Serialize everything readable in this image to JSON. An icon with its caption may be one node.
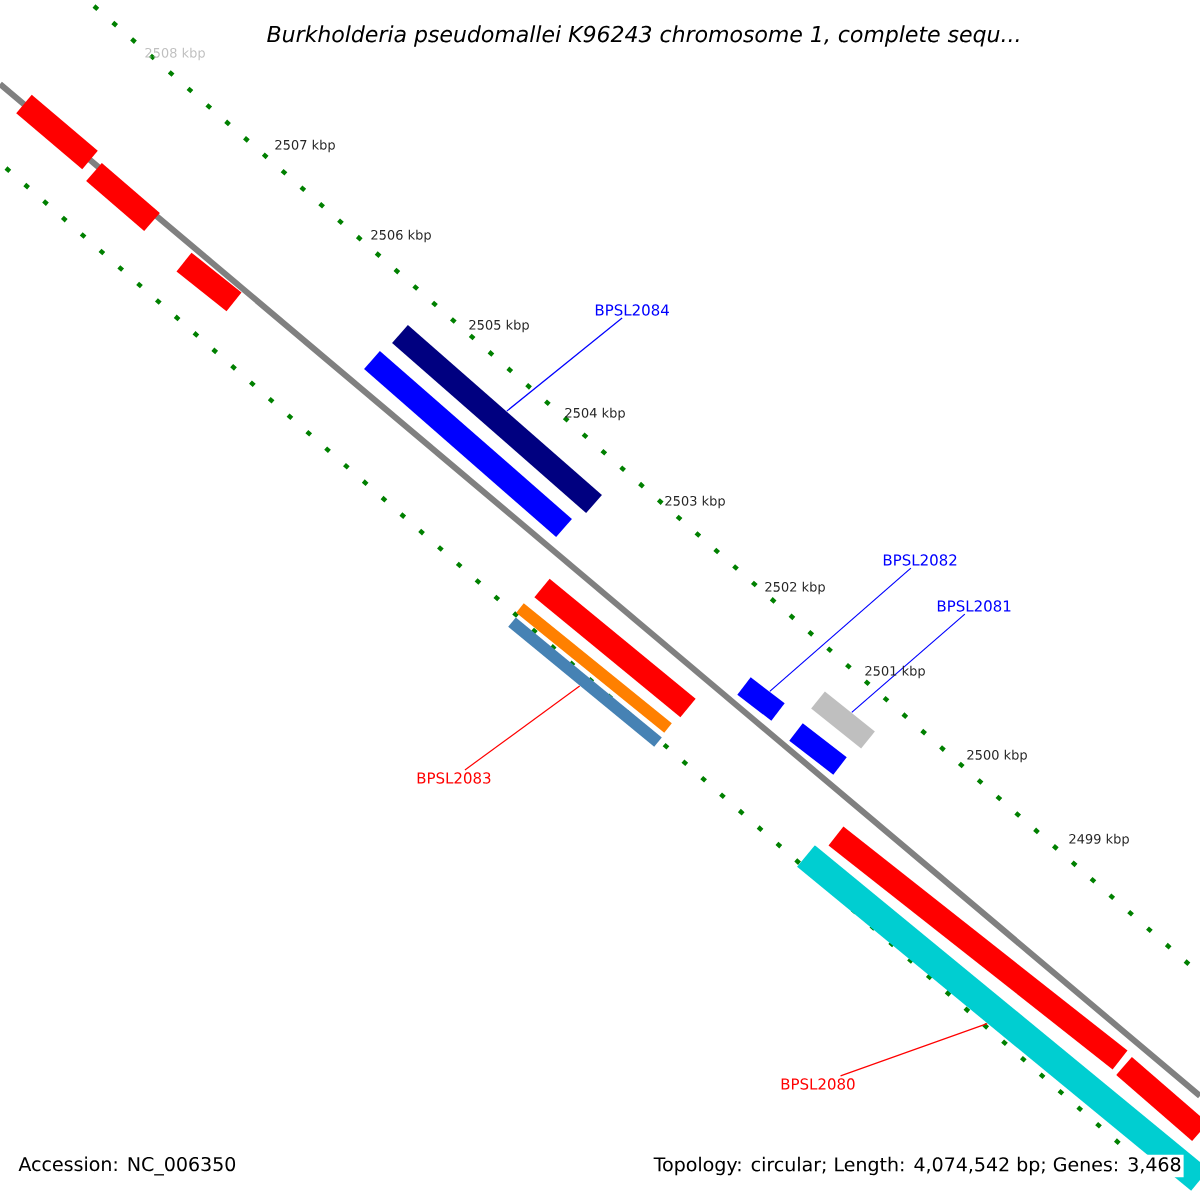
{
  "diagram": {
    "title": "Burkholderia pseudomallei K96243 chromosome 1, complete sequ...",
    "nodes": [
      {
        "text": [
          "BPSL2084"
        ]
      },
      {
        "text": [],
        "shape": "bar"
      },
      {
        "text": [
          "BPSL2082"
        ]
      },
      {
        "text": [],
        "shape": "bar"
      },
      {
        "text": [
          "BPSL2081"
        ]
      },
      {
        "text": [],
        "shape": "bar"
      },
      {
        "text": [
          "BPSL2083"
        ]
      },
      {
        "text": [],
        "shape": "bar"
      },
      {
        "text": [
          "BPSL2080"
        ]
      },
      {
        "text": [],
        "shape": "bar"
      },
      {
        "text": [],
        "shape": "bar"
      },
      {
        "text": [],
        "shape": "bar"
      },
      {
        "text": [],
        "shape": "bar"
      },
      {
        "text": [],
        "shape": "bar"
      },
      {
        "text": [],
        "shape": "bar"
      },
      {
        "text": [],
        "shape": "bar"
      },
      {
        "text": [],
        "shape": "bar"
      },
      {
        "text": [],
        "shape": "bar"
      },
      {
        "text": [],
        "shape": "bar"
      }
    ],
    "edges": [
      {
        "from": 0,
        "to": 1,
        "arrow": "none"
      },
      {
        "from": 2,
        "to": 3,
        "arrow": "none"
      },
      {
        "from": 4,
        "to": 5,
        "arrow": "none"
      },
      {
        "from": 6,
        "to": 7,
        "arrow": "none",
        "color": "#ff0000"
      },
      {
        "from": 8,
        "to": 9,
        "arrow": "none",
        "color": "#ff0000"
      }
    ],
    "labels": [
      "2508 kbp",
      "2507 kbp",
      "2506 kbp",
      "2505 kbp",
      "2504 kbp",
      "2503 kbp",
      "2502 kbp",
      "2501 kbp",
      "2500 kbp",
      "2499 kbp",
      "Accession: NC_006350",
      "Topology: circular; Length: 4,074,542 bp; Genes: 3,468"
    ]
  }
}
